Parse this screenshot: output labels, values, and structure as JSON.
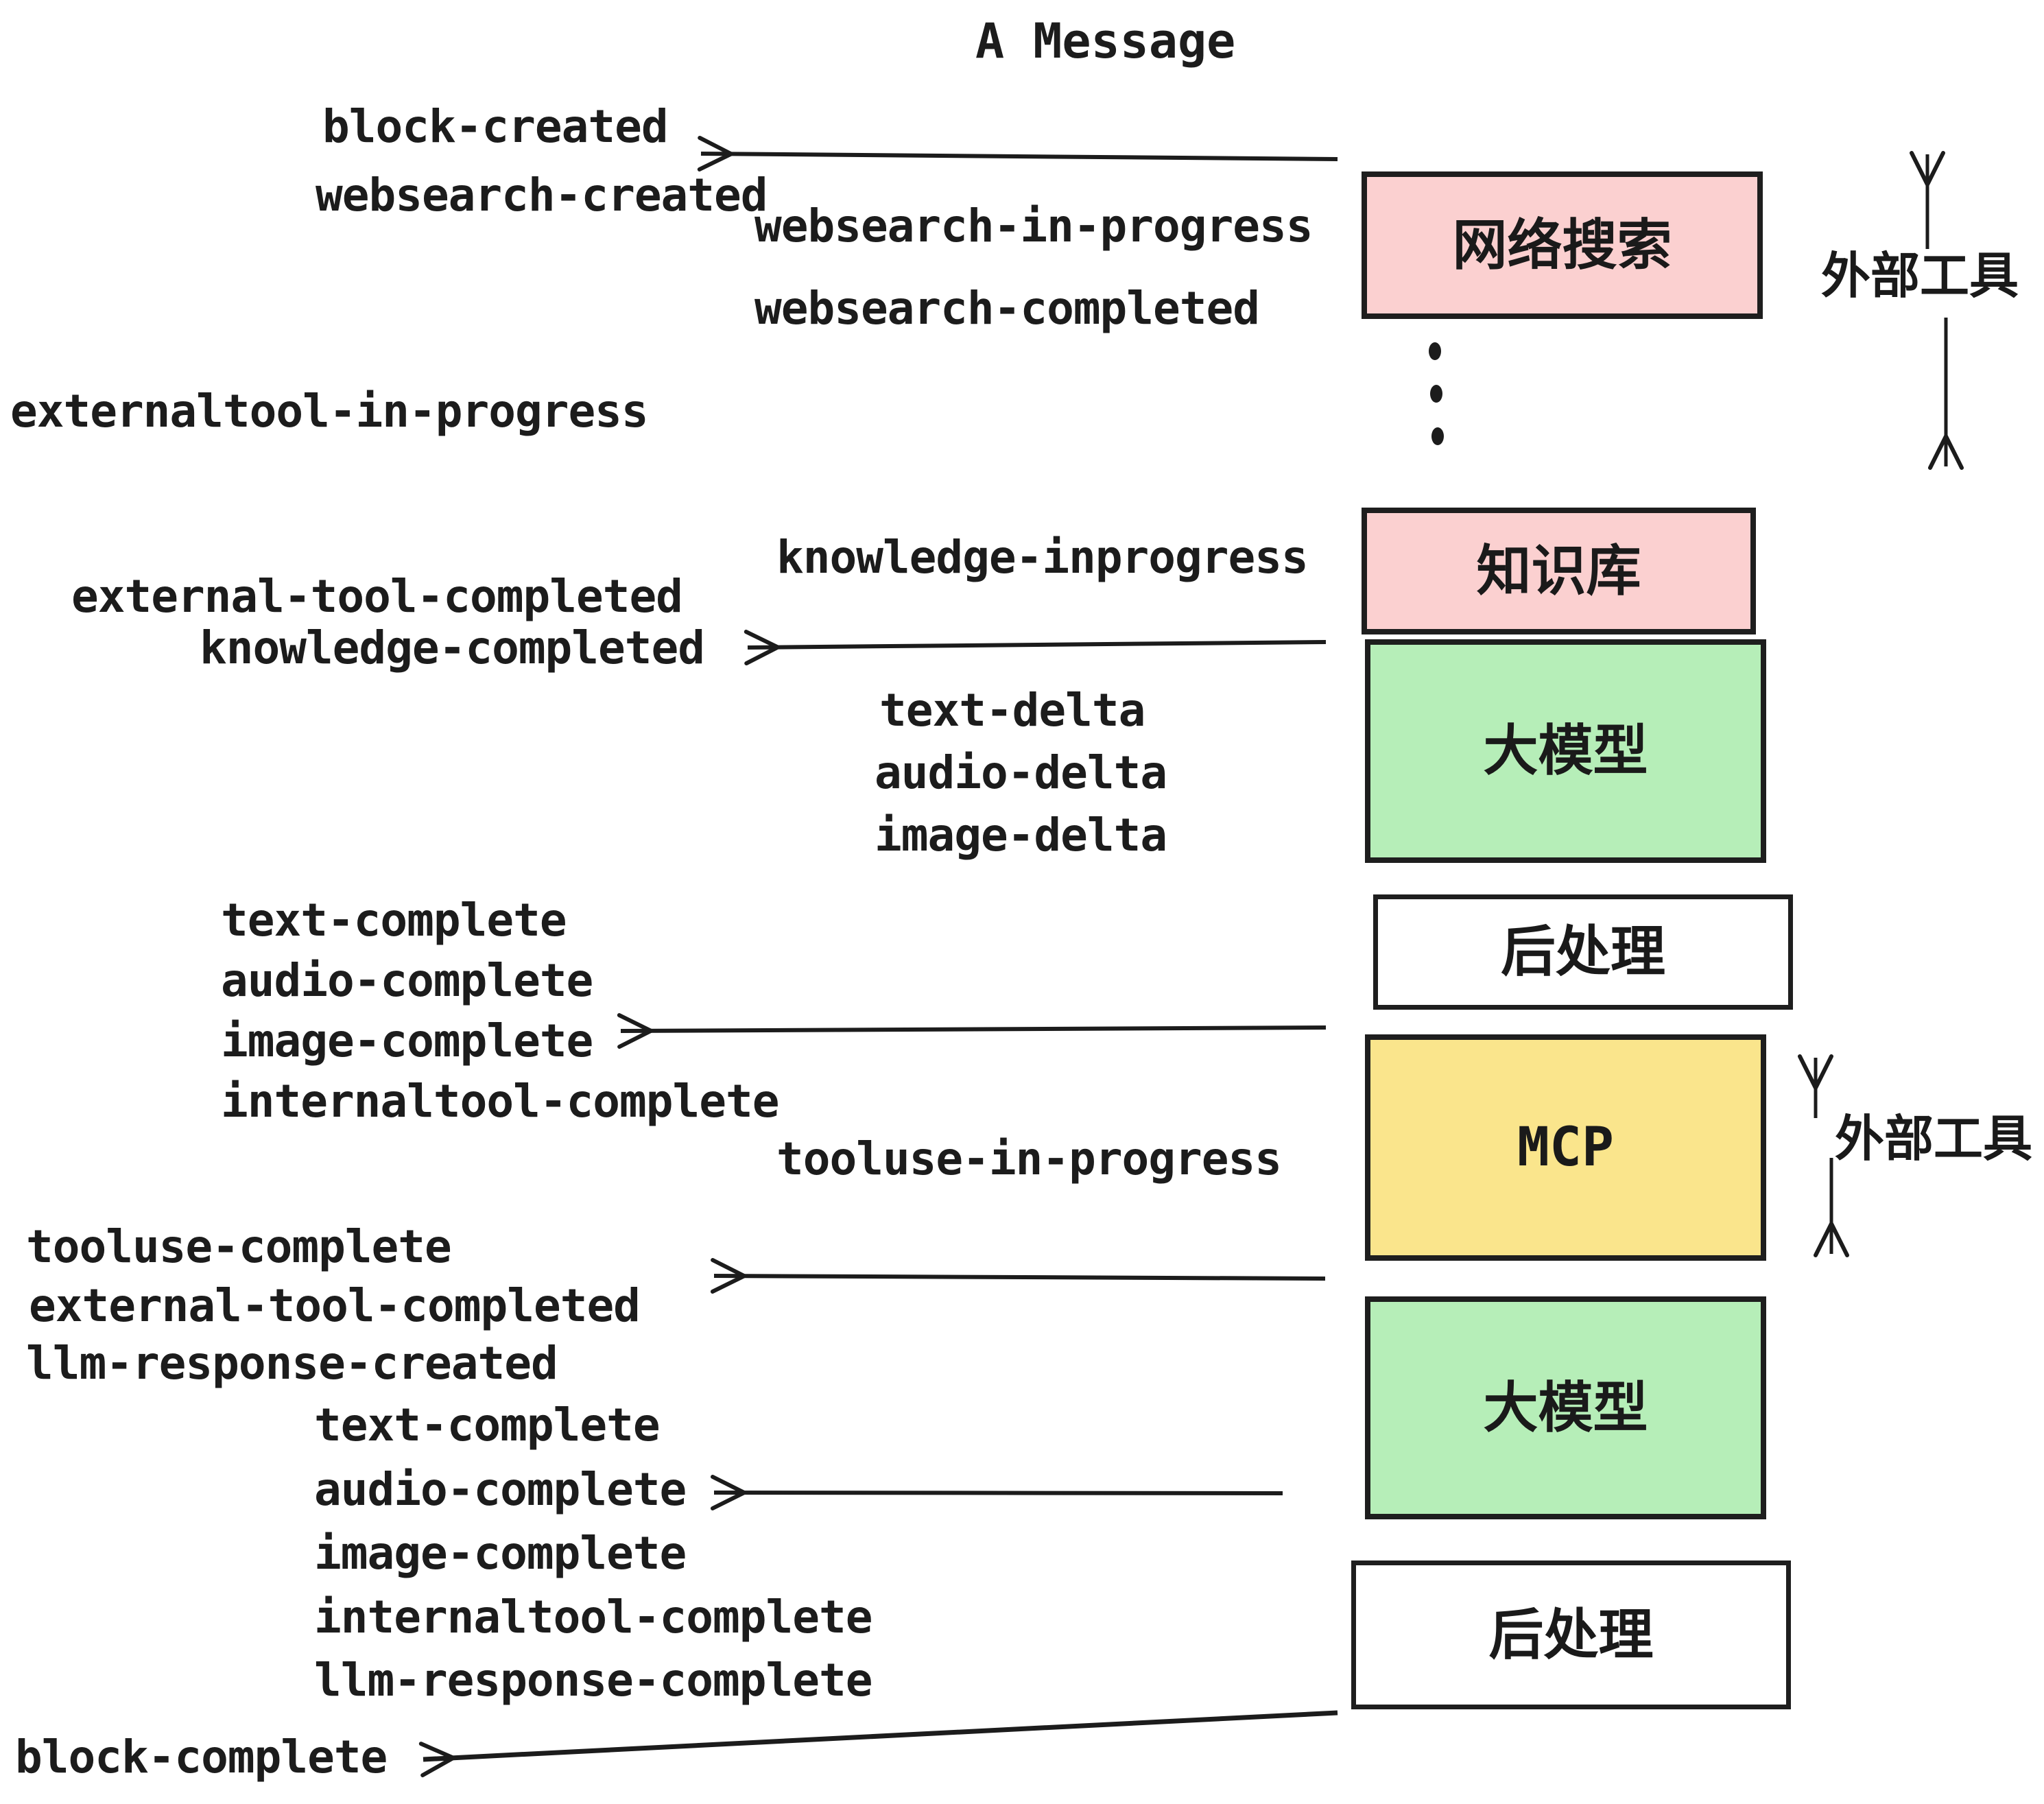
{
  "title": "A Message",
  "ink_color": "#1c1c1c",
  "events": [
    "block-created",
    "websearch-created",
    "websearch-in-progress",
    "websearch-completed",
    "externaltool-in-progress",
    "knowledge-inprogress",
    "external-tool-completed",
    "knowledge-completed",
    "text-delta",
    "audio-delta",
    "image-delta",
    "text-complete",
    "audio-complete",
    "image-complete",
    "internaltool-complete",
    "tooluse-in-progress",
    "tooluse-complete",
    "external-tool-completed",
    "llm-response-created",
    "text-complete",
    "audio-complete",
    "image-complete",
    "internaltool-complete",
    "llm-response-complete",
    "block-complete"
  ],
  "boxes": [
    {
      "id": "websearch",
      "label": "网络搜索",
      "fill": "#fbd0d0"
    },
    {
      "id": "knowledge",
      "label": "知识库",
      "fill": "#fbd0d0"
    },
    {
      "id": "llm-1",
      "label": "大模型",
      "fill": "#b6eeb8"
    },
    {
      "id": "post-1",
      "label": "后处理",
      "fill": "#ffffff"
    },
    {
      "id": "mcp",
      "label": "MCP",
      "fill": "#fae58c"
    },
    {
      "id": "llm-2",
      "label": "大模型",
      "fill": "#b6eeb8"
    },
    {
      "id": "post-2",
      "label": "后处理",
      "fill": "#ffffff"
    }
  ],
  "side_tools": [
    {
      "label": "外部工具"
    },
    {
      "label": "外部工具"
    }
  ],
  "palette": {
    "pink": "#fbd0d0",
    "green": "#b6eeb8",
    "yellow": "#fae58c",
    "white": "#ffffff",
    "ink": "#1c1c1c"
  }
}
